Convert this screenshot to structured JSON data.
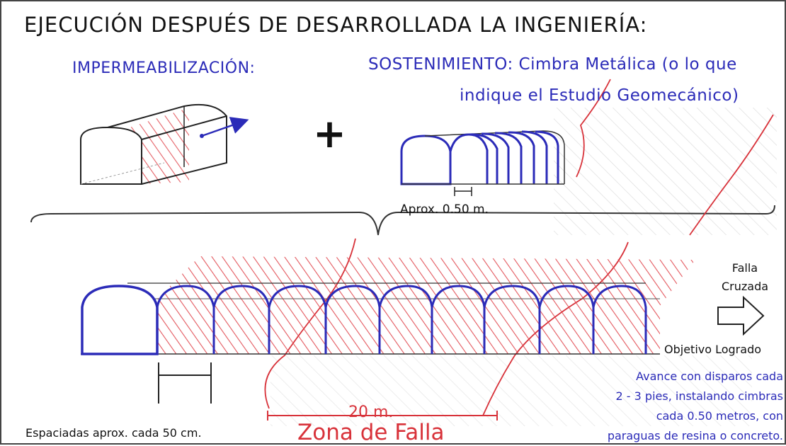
{
  "title": "EJECUCIÓN DESPUÉS DE DESARROLLADA LA INGENIERÍA:",
  "impermeabilizacion": {
    "label": "IMPERMEABILIZACIÓN:"
  },
  "sostenimiento": {
    "label_line1": "SOSTENIMIENTO: Cimbra Metálica (o lo que",
    "label_line2": "indique el Estudio Geomecánico)"
  },
  "plus_symbol": "+",
  "spacing_top": "Aprox. 0.50 m.",
  "falla_cruzada": "Falla Cruzada",
  "objetivo": "Objetivo Logrado",
  "avance": "Avance con disparos cada\n2 - 3 pies, instalando cimbras\ncada 0.50 metros, con\nparaguas de resina o concreto.",
  "espaciadas": "Espaciadas aprox. cada 50 cm.",
  "zone_length": "20 m.",
  "zona_falla": "Zona de Falla",
  "colors": {
    "ink": "#2b2bb8",
    "fault": "#d8323a",
    "outline": "#333333"
  }
}
